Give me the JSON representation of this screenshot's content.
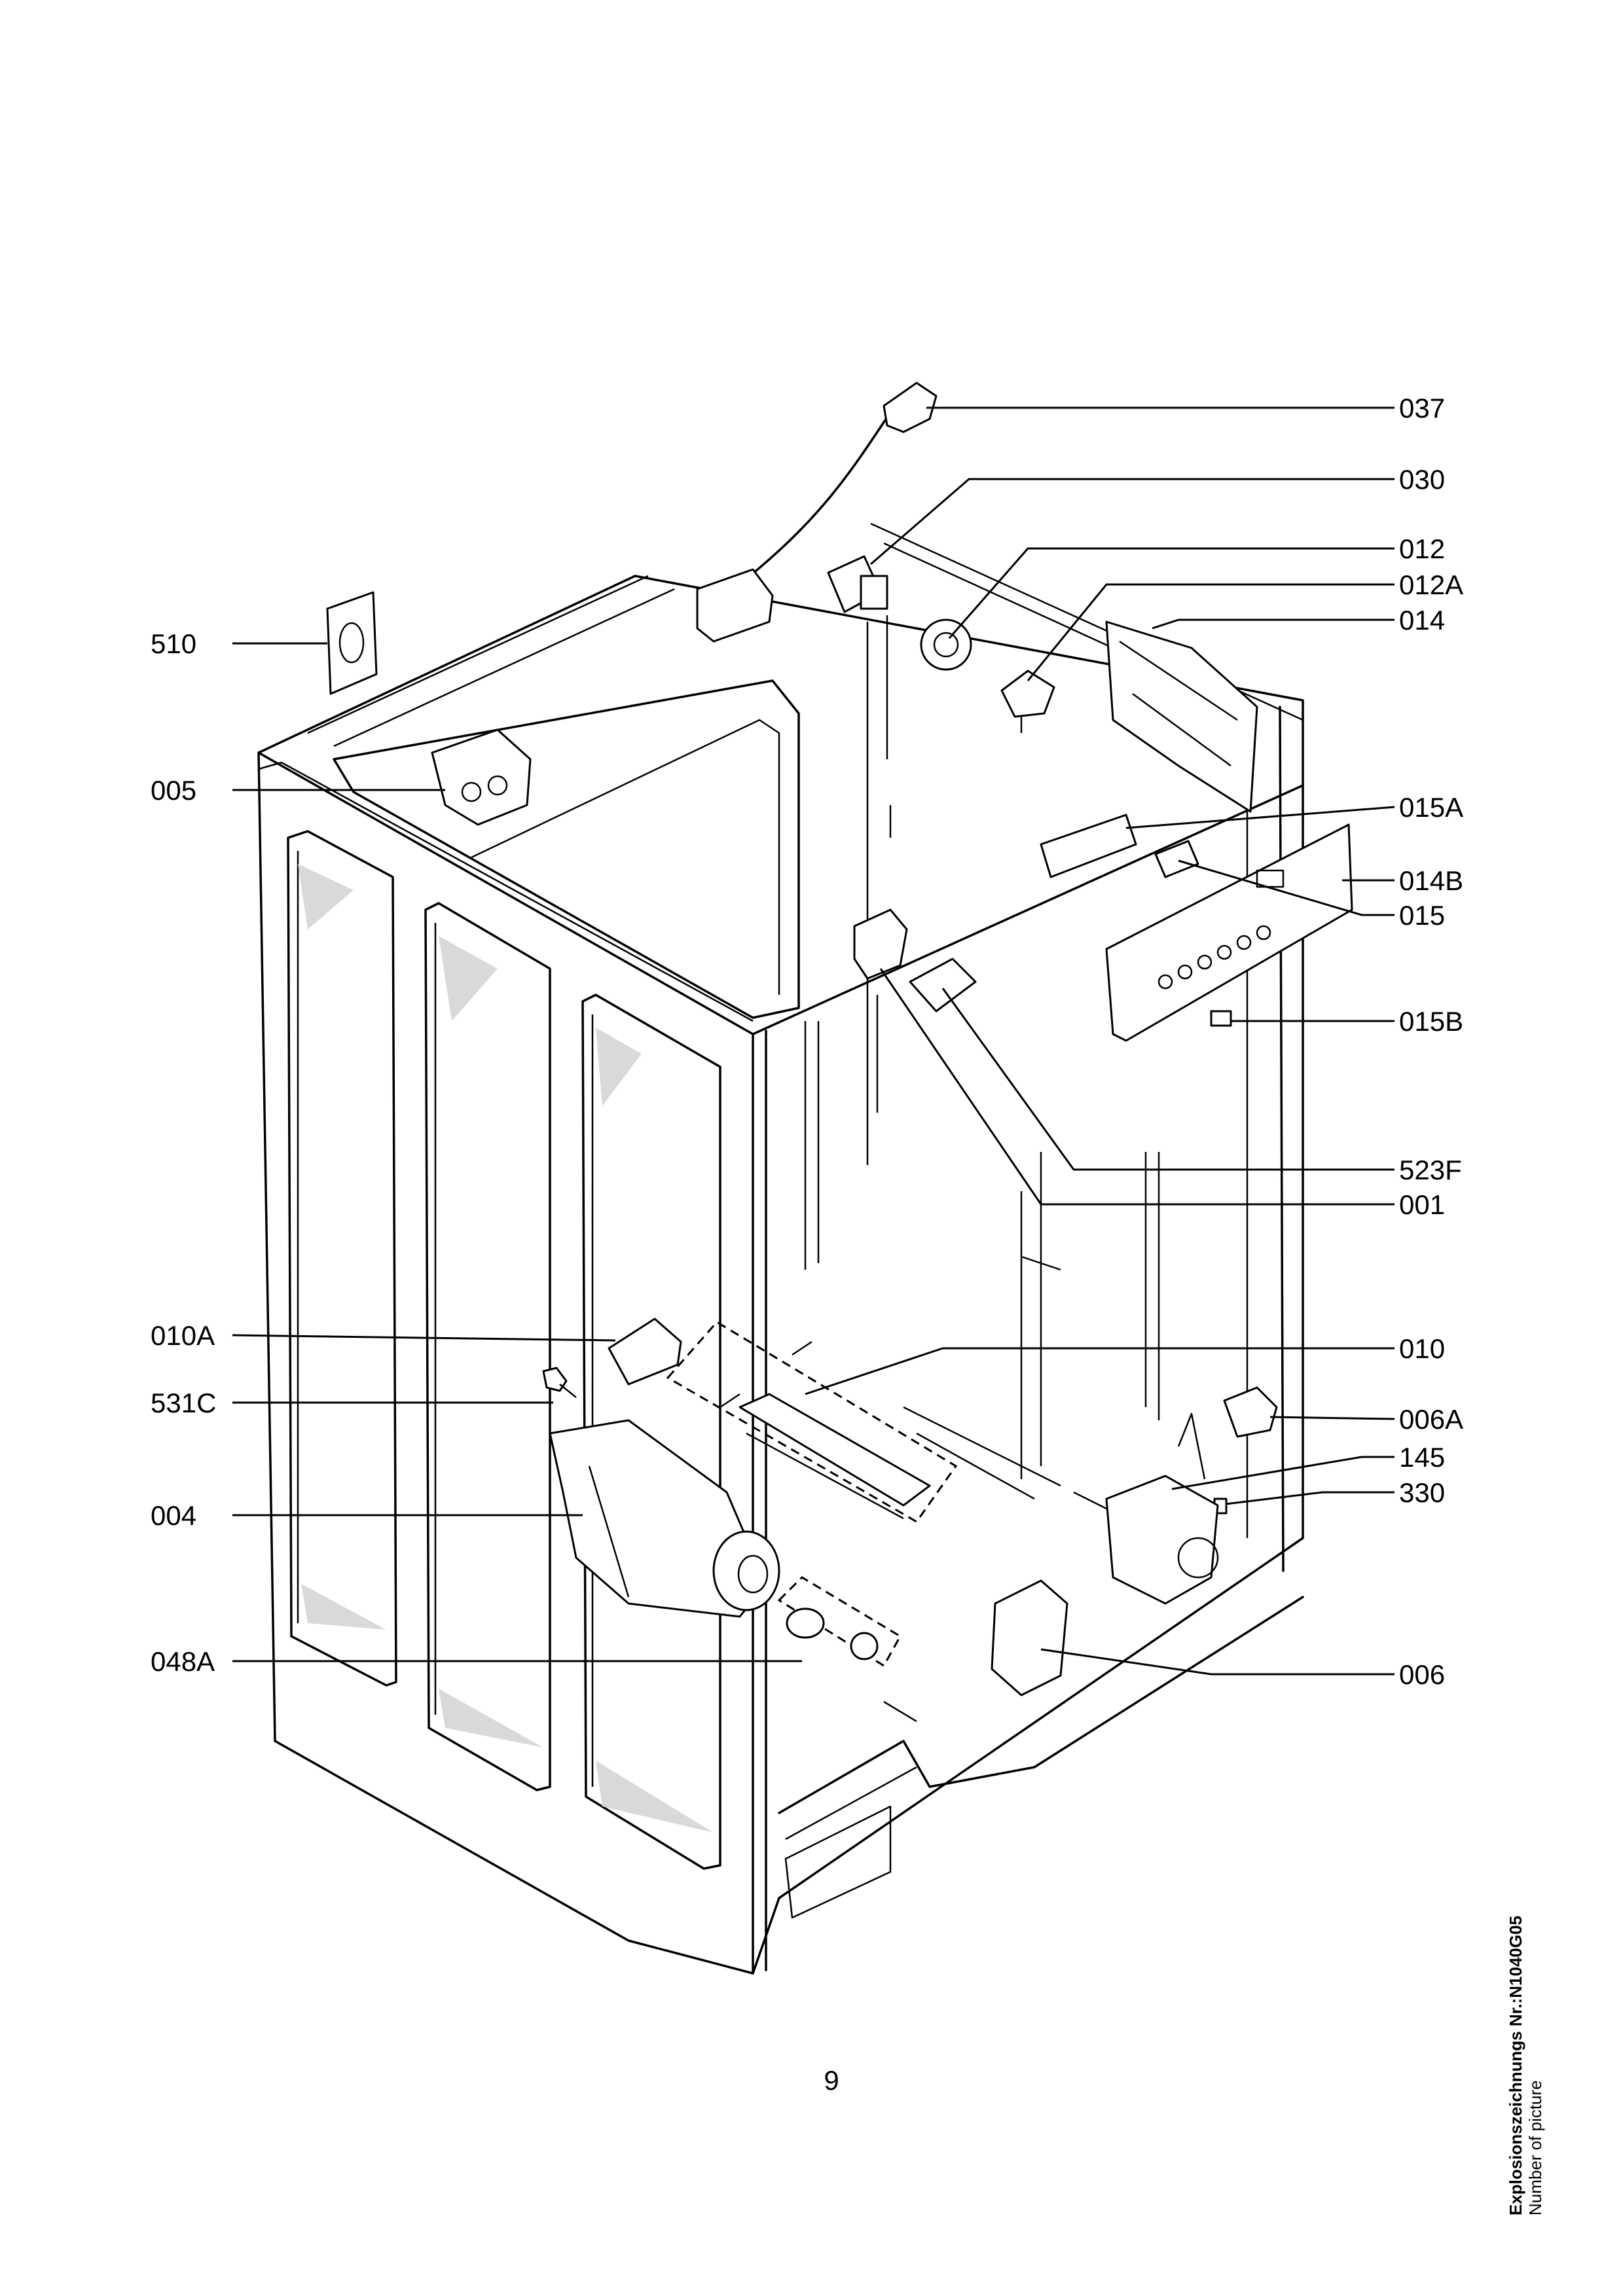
{
  "labels": {
    "l037": "037",
    "l030": "030",
    "l012": "012",
    "l012A": "012A",
    "l014": "014",
    "l510": "510",
    "l005": "005",
    "l015A": "015A",
    "l014B": "014B",
    "l015": "015",
    "l015B": "015B",
    "l523F": "523F",
    "l001": "001",
    "l010A": "010A",
    "l010": "010",
    "l531C": "531C",
    "l006A": "006A",
    "l145": "145",
    "l330": "330",
    "l004": "004",
    "l048A": "048A",
    "l006": "006"
  },
  "page_number": "9",
  "side_note": {
    "title": "Explosionszeichnungs  Nr.:N1040G05",
    "subtitle": "Number of picture"
  }
}
